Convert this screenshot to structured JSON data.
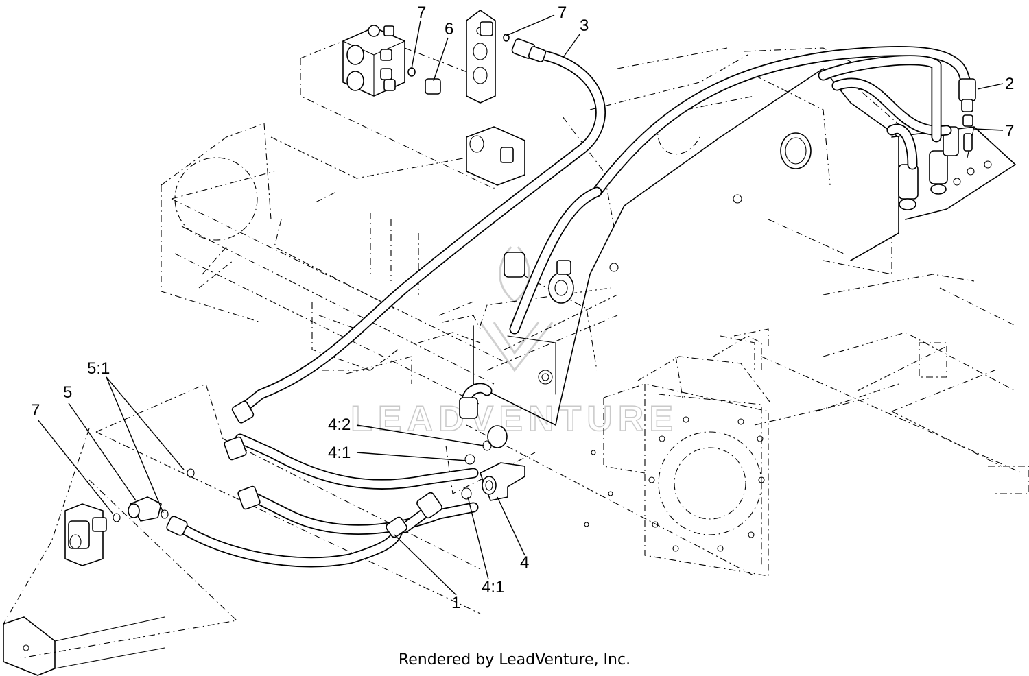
{
  "callouts": [
    {
      "id": "c-7-top-left",
      "text": "7"
    },
    {
      "id": "c-6",
      "text": "6"
    },
    {
      "id": "c-7-top-mid",
      "text": "7"
    },
    {
      "id": "c-3",
      "text": "3"
    },
    {
      "id": "c-2",
      "text": "2"
    },
    {
      "id": "c-7-right",
      "text": "7"
    },
    {
      "id": "c-5-1",
      "text": "5:1"
    },
    {
      "id": "c-5",
      "text": "5"
    },
    {
      "id": "c-7-left",
      "text": "7"
    },
    {
      "id": "c-4-2",
      "text": "4:2"
    },
    {
      "id": "c-4-1-upper",
      "text": "4:1"
    },
    {
      "id": "c-4",
      "text": "4"
    },
    {
      "id": "c-4-1-lower",
      "text": "4:1"
    },
    {
      "id": "c-1",
      "text": "1"
    }
  ],
  "watermark": "LEADVENTURE",
  "credit": "Rendered by LeadVenture, Inc."
}
